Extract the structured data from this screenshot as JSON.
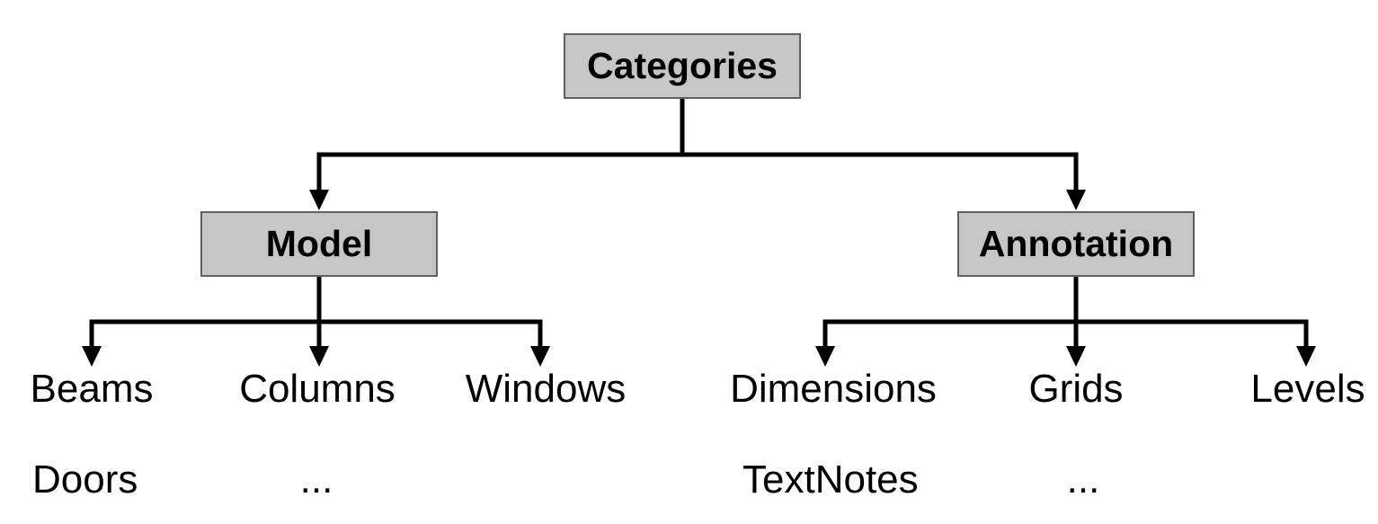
{
  "diagram": {
    "colors": {
      "background": "#ffffff",
      "box_fill": "#c6c6c6",
      "box_border": "#606060",
      "line": "#000000",
      "text": "#000000"
    },
    "root": {
      "label": "Categories"
    },
    "branches": [
      {
        "label": "Model",
        "children": [
          "Beams",
          "Columns",
          "Windows"
        ],
        "more": [
          "Doors",
          "..."
        ]
      },
      {
        "label": "Annotation",
        "children": [
          "Dimensions",
          "Grids",
          "Levels"
        ],
        "more": [
          "TextNotes",
          "..."
        ]
      }
    ]
  }
}
